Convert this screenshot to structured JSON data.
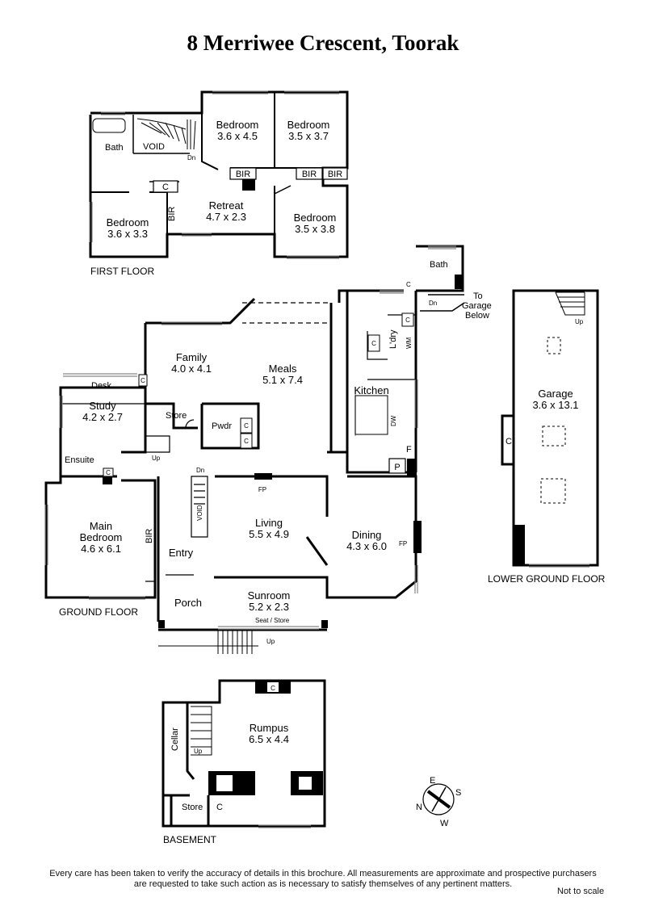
{
  "title": "8 Merriwee Crescent, Toorak",
  "floors": {
    "first": "FIRST FLOOR",
    "ground": "GROUND FLOOR",
    "lower_ground": "LOWER GROUND FLOOR",
    "basement": "BASEMENT"
  },
  "rooms": {
    "ff_bed1": {
      "name": "Bedroom",
      "size": "3.6 x 4.5"
    },
    "ff_bed2": {
      "name": "Bedroom",
      "size": "3.5 x 3.7"
    },
    "ff_bed3": {
      "name": "Bedroom",
      "size": "3.6 x 3.3"
    },
    "ff_bed4": {
      "name": "Bedroom",
      "size": "3.5 x 3.8"
    },
    "ff_retreat": {
      "name": "Retreat",
      "size": "4.7 x 2.3"
    },
    "family": {
      "name": "Family",
      "size": "4.0 x 4.1"
    },
    "meals": {
      "name": "Meals",
      "size": "5.1 x 7.4"
    },
    "study": {
      "name": "Study",
      "size": "4.2 x 2.7"
    },
    "main_bed": {
      "name": "Main\nBedroom",
      "size": "4.6 x 6.1"
    },
    "living": {
      "name": "Living",
      "size": "5.5 x 4.9"
    },
    "dining": {
      "name": "Dining",
      "size": "4.3 x 6.0"
    },
    "sunroom": {
      "name": "Sunroom",
      "size": "5.2 x 2.3"
    },
    "garage": {
      "name": "Garage",
      "size": "3.6 x 13.1"
    },
    "rumpus": {
      "name": "Rumpus",
      "size": "6.5 x 4.4"
    }
  },
  "labels": {
    "bath": "Bath",
    "void": "VOID",
    "dn": "Dn",
    "up": "Up",
    "bir": "BIR",
    "c": "C",
    "desk": "Desk",
    "store": "Store",
    "pwdr": "Pwdr",
    "ensuite": "Ensuite",
    "kitchen": "Kitchen",
    "ldry": "L'dry",
    "wm": "WM",
    "dw": "DW",
    "f": "F",
    "p": "P",
    "fp": "FP",
    "entry": "Entry",
    "porch": "Porch",
    "seat_store": "Seat / Store",
    "to_garage_1": "To",
    "to_garage_2": "Garage",
    "to_garage_3": "Below",
    "cellar": "Cellar"
  },
  "compass": {
    "n": "N",
    "e": "E",
    "s": "S",
    "w": "W"
  },
  "disclaimer": {
    "line1": "Every care has been taken to verify the accuracy of details in this brochure.  All measurements are approximate and prospective purchasers",
    "line2": "are requested to take such action as is necessary to satisfy themselves of any pertinent matters."
  },
  "not_to_scale": "Not to scale"
}
